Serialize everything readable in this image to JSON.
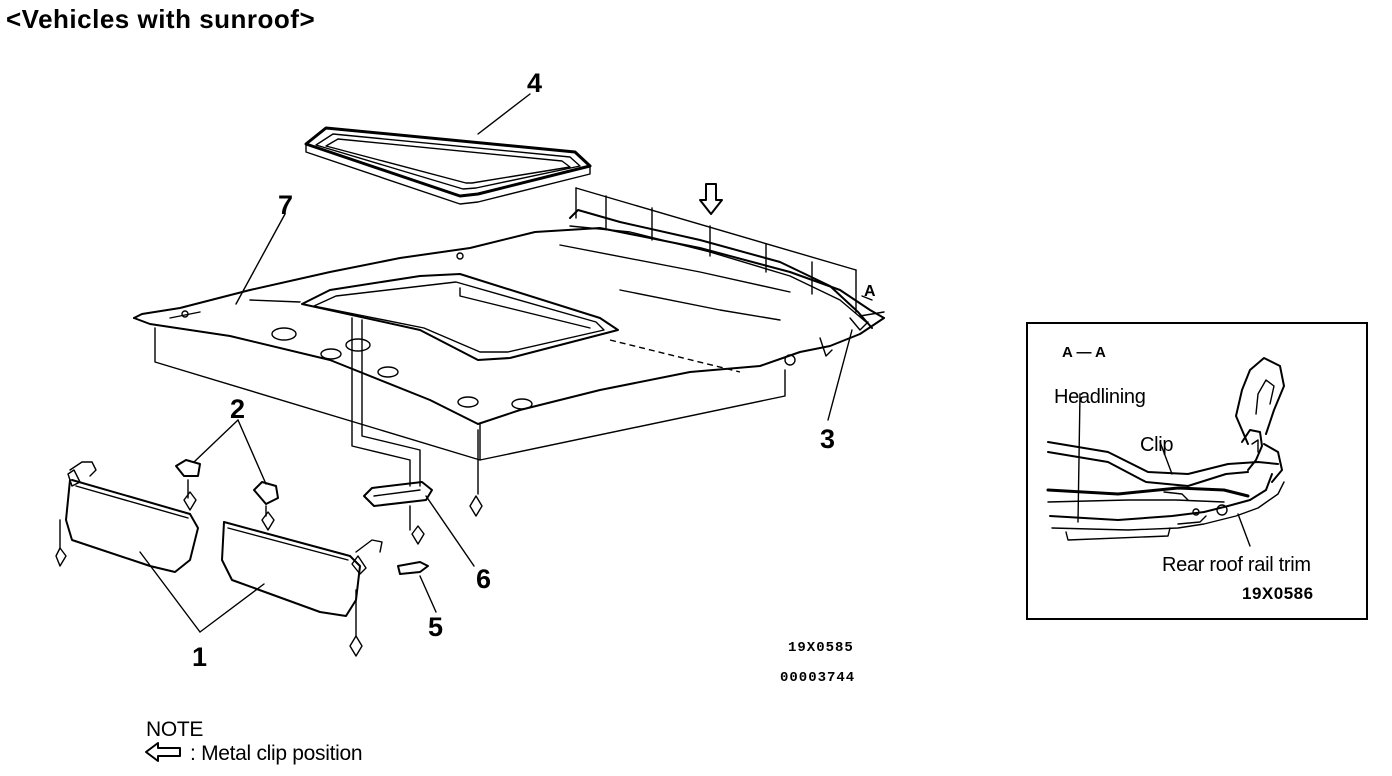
{
  "title": "<Vehicles with sunroof>",
  "callouts": {
    "c1": "1",
    "c2": "2",
    "c3": "3",
    "c4": "4",
    "c5": "5",
    "c6": "6",
    "c7": "7",
    "section_marker": "A"
  },
  "main_codes": {
    "code_1": "19X0585",
    "code_2": "00003744"
  },
  "detail": {
    "section": "A — A",
    "headlining": "Headlining",
    "clip": "Clip",
    "rear_roof_rail_trim": "Rear roof rail trim",
    "code": "19X0586"
  },
  "note": {
    "heading": "NOTE",
    "legend": ": Metal clip position"
  }
}
